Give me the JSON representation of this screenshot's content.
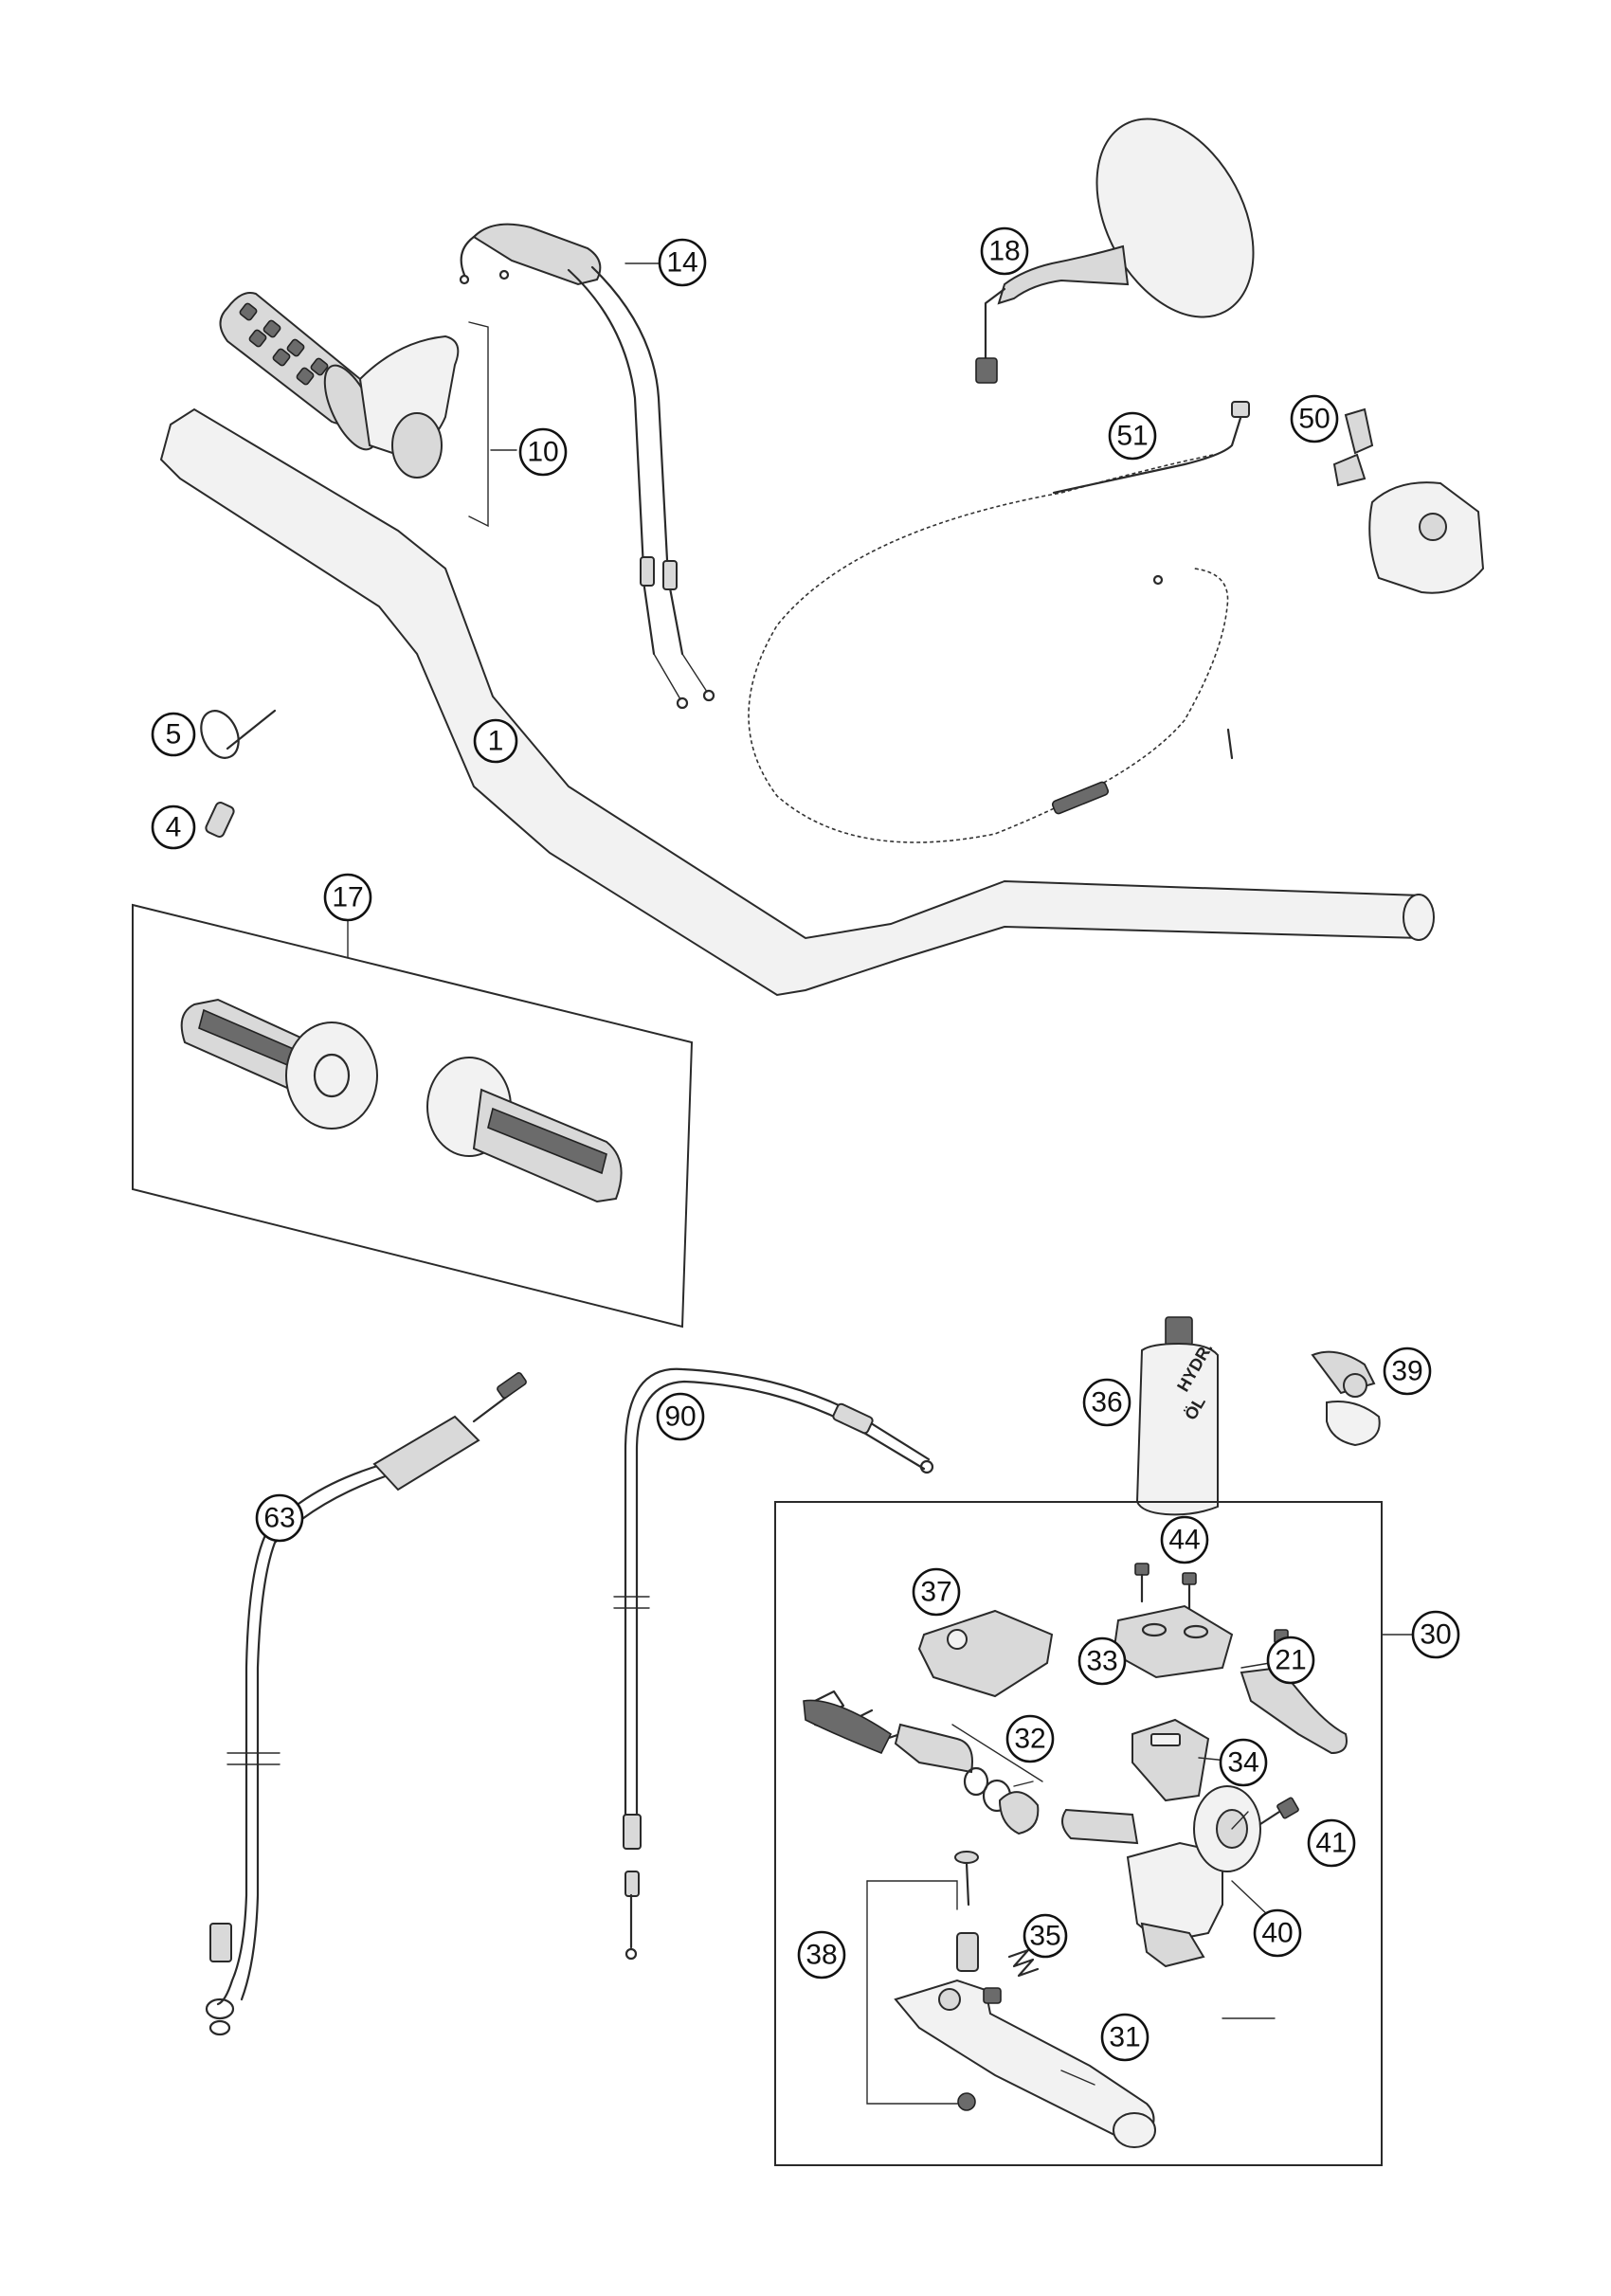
{
  "callouts": [
    {
      "id": "1",
      "label": "1"
    },
    {
      "id": "4",
      "label": "4"
    },
    {
      "id": "5",
      "label": "5"
    },
    {
      "id": "10",
      "label": "10"
    },
    {
      "id": "14",
      "label": "14"
    },
    {
      "id": "17",
      "label": "17"
    },
    {
      "id": "18",
      "label": "18"
    },
    {
      "id": "21",
      "label": "21"
    },
    {
      "id": "30",
      "label": "30"
    },
    {
      "id": "31",
      "label": "31"
    },
    {
      "id": "32",
      "label": "32"
    },
    {
      "id": "33",
      "label": "33"
    },
    {
      "id": "34",
      "label": "34"
    },
    {
      "id": "35",
      "label": "35"
    },
    {
      "id": "36",
      "label": "36"
    },
    {
      "id": "37",
      "label": "37"
    },
    {
      "id": "38",
      "label": "38"
    },
    {
      "id": "39",
      "label": "39"
    },
    {
      "id": "40",
      "label": "40"
    },
    {
      "id": "41",
      "label": "41"
    },
    {
      "id": "44",
      "label": "44"
    },
    {
      "id": "50",
      "label": "50"
    },
    {
      "id": "51",
      "label": "51"
    },
    {
      "id": "63",
      "label": "63"
    },
    {
      "id": "90",
      "label": "90"
    }
  ],
  "oil_bottle": {
    "line1": "HYDR.",
    "line2": "ÖL"
  },
  "colors": {
    "line": "#2a2a2a",
    "part_fill": "#d9d9d9",
    "background": "#ffffff"
  }
}
